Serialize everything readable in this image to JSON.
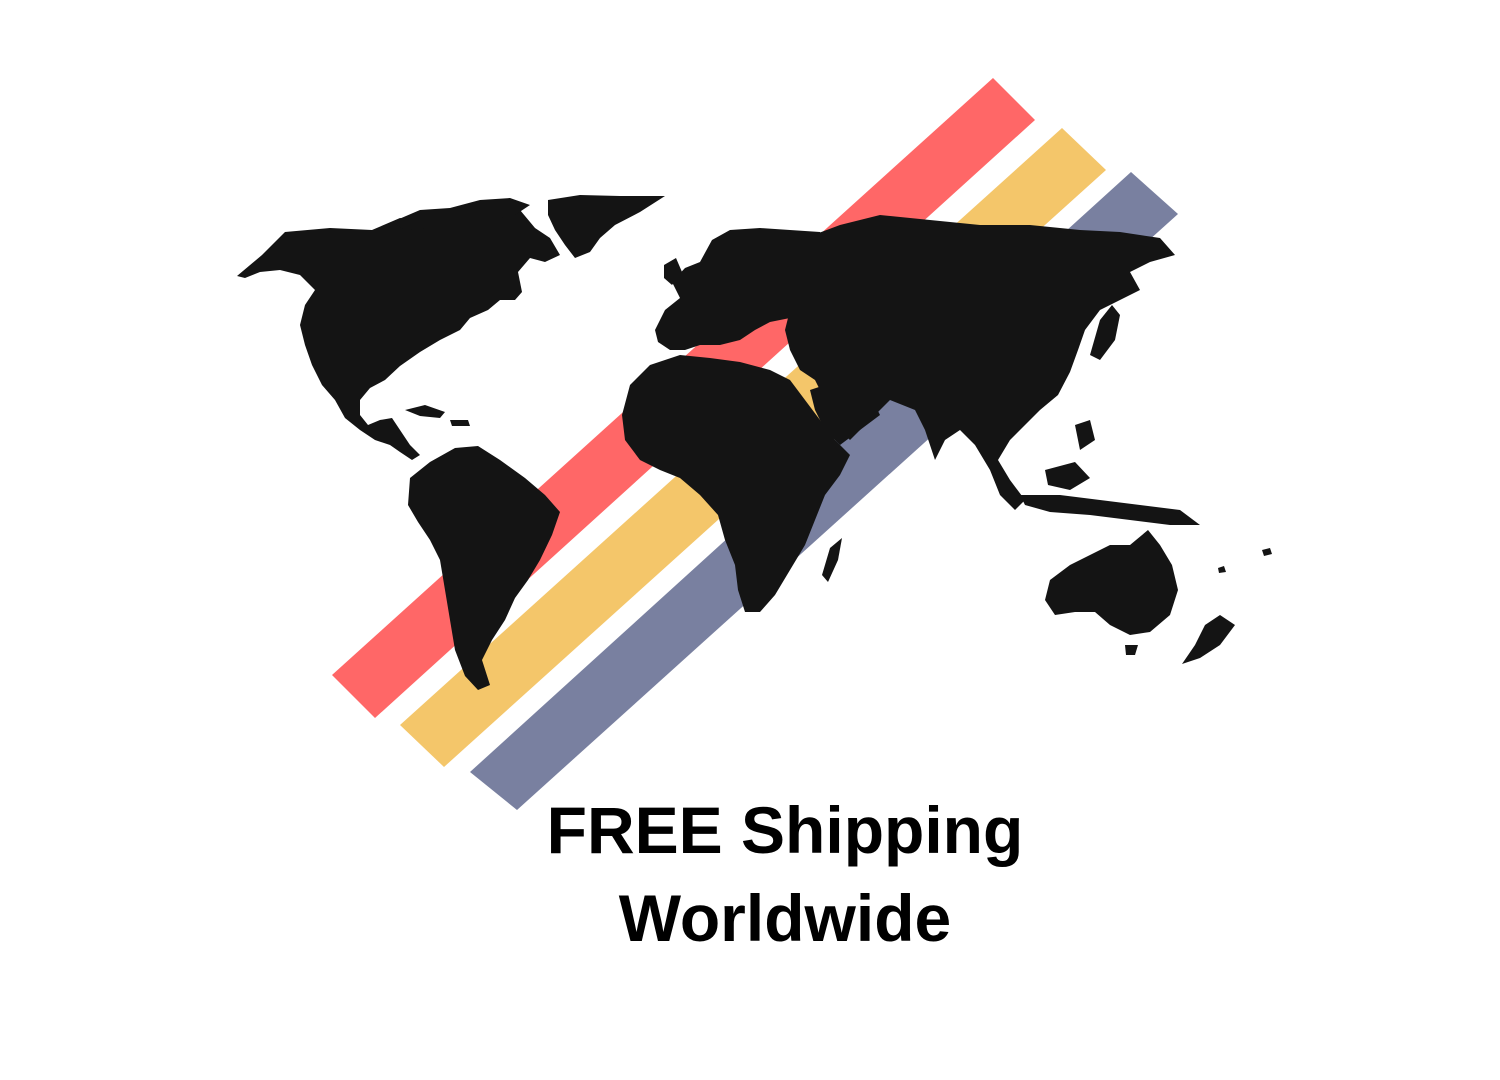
{
  "banner": {
    "line1": "FREE Shipping",
    "line2": "Worldwide"
  },
  "stripes": [
    {
      "name": "red-stripe",
      "color": "#ff6767"
    },
    {
      "name": "yellow-stripe",
      "color": "#f4c66a"
    },
    {
      "name": "blue-stripe",
      "color": "#7980a0"
    }
  ],
  "map": {
    "icon": "world-map-silhouette",
    "color": "#141414"
  }
}
